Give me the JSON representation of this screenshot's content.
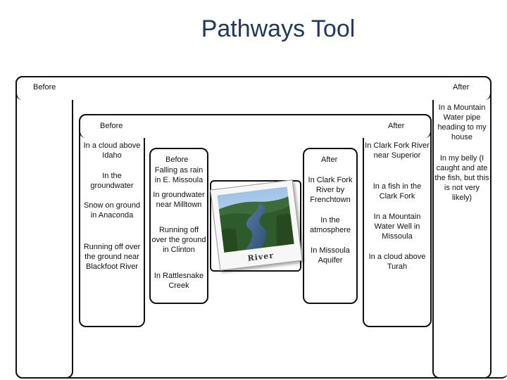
{
  "title": "Pathways Tool",
  "outer": {
    "before": "Before",
    "after": "After",
    "after_items": [
      "In a Mountain Water pipe heading to my house",
      "In my belly (I caught and ate the fish, but this is not very likely)"
    ]
  },
  "middle": {
    "before": "Before",
    "after": "After",
    "before_items": [
      "In a cloud above Idaho",
      "In the groundwater",
      "Snow on ground in Anaconda",
      "Running off over the ground near Blackfoot River"
    ],
    "after_items": [
      "In Clark Fork River near Superior",
      "In a fish in the Clark Fork",
      "In a Mountain Water Well in Missoula",
      "In a cloud above Turah"
    ]
  },
  "inner": {
    "before": "Before",
    "after": "After",
    "before_items": [
      "Falling as rain in E. Missoula",
      "In groundwater near Milltown",
      "Running off over the ground in Clinton",
      "In Rattlesnake Creek"
    ],
    "after_items": [
      "In Clark Fork River by Frenchtown",
      "In the atmosphere",
      "In Missoula Aquifer"
    ]
  },
  "photo": {
    "label": "River"
  }
}
